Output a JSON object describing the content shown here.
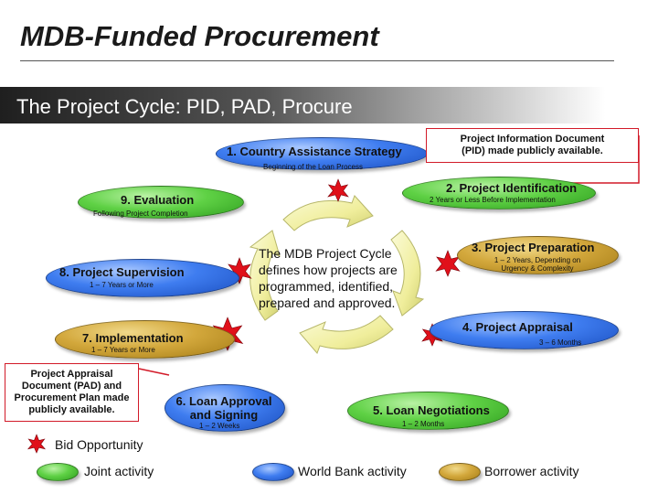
{
  "title": "MDB-Funded Procurement",
  "subtitle": "The Project Cycle: PID, PAD, Procure",
  "steps": {
    "s1": {
      "label": "1. Country Assistance Strategy",
      "sub": "Beginning of the Loan Process"
    },
    "s2": {
      "label": "2. Project Identification",
      "sub": "2 Years or Less Before Implementation"
    },
    "s3": {
      "label": "3. Project Preparation",
      "sub1": "1 – 2 Years, Depending on",
      "sub2": "Urgency & Complexity"
    },
    "s4": {
      "label": "4. Project Appraisal",
      "sub": "3 – 6 Months"
    },
    "s5": {
      "label": "5. Loan Negotiations",
      "sub": "1 – 2 Months"
    },
    "s6": {
      "label1": "6. Loan Approval",
      "label2": "and Signing",
      "sub": "1 – 2 Weeks"
    },
    "s7": {
      "label": "7. Implementation",
      "sub": "1 – 7 Years or More"
    },
    "s8": {
      "label": "8. Project Supervision",
      "sub": "1 – 7 Years or More"
    },
    "s9": {
      "label": "9. Evaluation",
      "sub": "Following Project Completion"
    }
  },
  "center_text": {
    "l1": "The MDB Project Cycle",
    "l2": "defines how projects are",
    "l3": "programmed, identified,",
    "l4": "prepared and approved."
  },
  "callouts": {
    "pid": {
      "l1": "Project Information Document",
      "l2": "(PID) made publicly available."
    },
    "pad": {
      "l1": "Project Appraisal",
      "l2": "Document (PAD) and",
      "l3": "Procurement Plan made",
      "l4": "publicly available."
    }
  },
  "legend": {
    "bid": "Bid Opportunity",
    "joint": "Joint activity",
    "bank": "World Bank activity",
    "borrower": "Borrower activity"
  },
  "colors": {
    "joint": "#5fd145",
    "bank": "#3f7df0",
    "borrower": "#d3a83c",
    "bid": "#e0101a",
    "callout": "#d21a28"
  }
}
